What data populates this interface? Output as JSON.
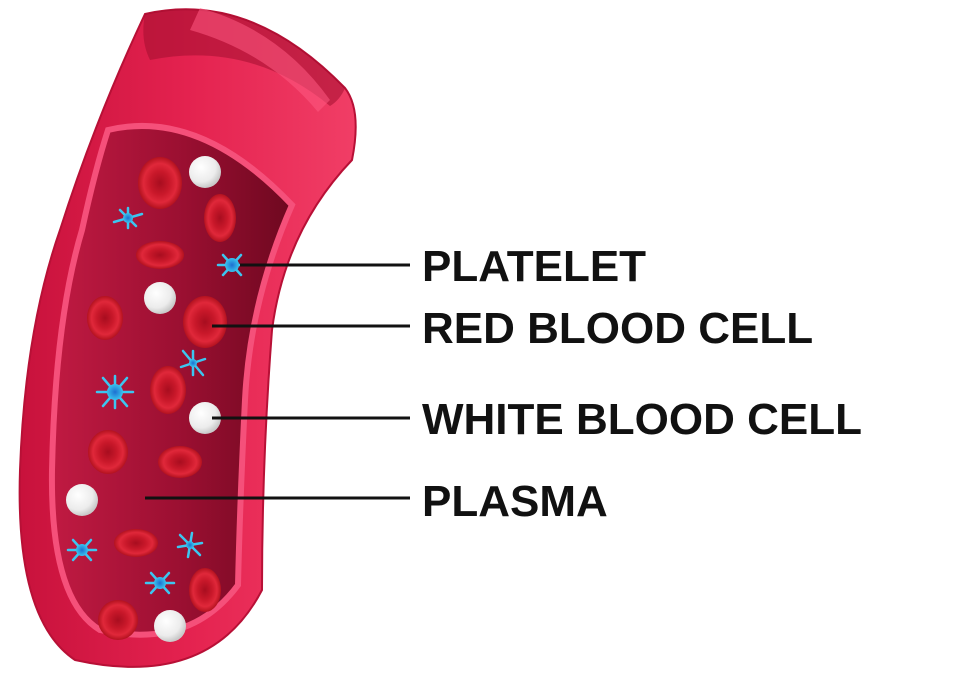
{
  "labels": {
    "platelet": "PLATELET",
    "red_blood_cell": "RED BLOOD CELL",
    "white_blood_cell": "WHITE BLOOD CELL",
    "plasma": "PLASMA"
  },
  "colors": {
    "vessel_wall": "#e01e4b",
    "vessel_wall_dark": "#a3102f",
    "vessel_rim": "#f03a63",
    "plasma": "#b0143a",
    "plasma_dark": "#7e0a26",
    "red_blood_cell": "#d41c2e",
    "white_blood_cell": "#f4f4f4",
    "platelet": "#2fb6e6",
    "label_text": "#111111"
  }
}
